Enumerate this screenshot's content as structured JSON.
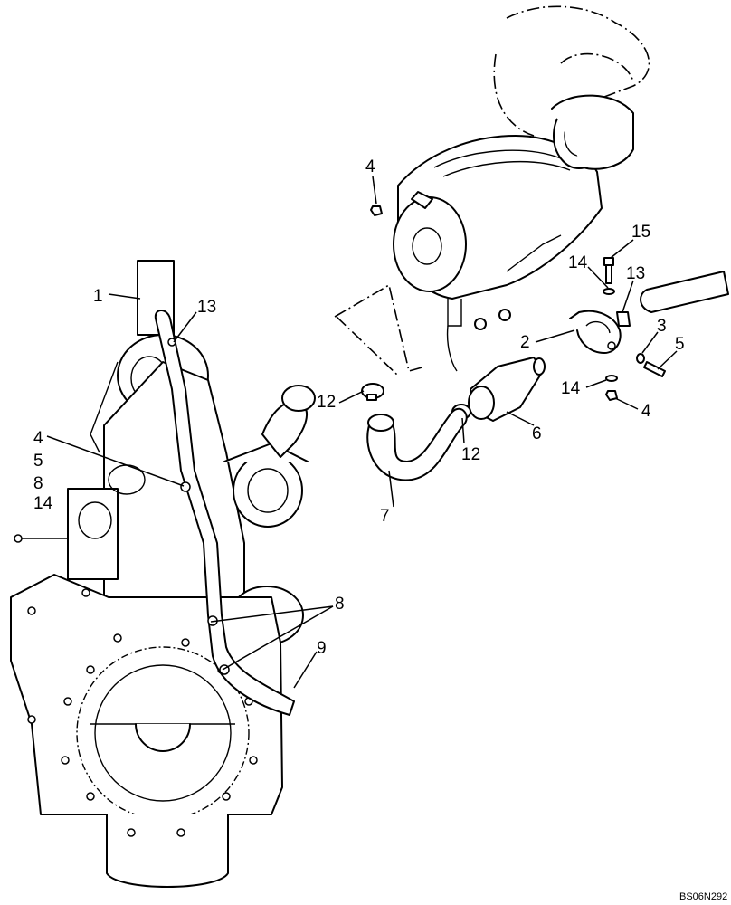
{
  "callouts": {
    "c1": "1",
    "c13a": "13",
    "c4a": "4",
    "c4b": "4",
    "c5a": "5",
    "c8a": "8",
    "c14a": "14",
    "c8b": "8",
    "c9": "9",
    "c7": "7",
    "c12a": "12",
    "c12b": "12",
    "c6": "6",
    "c2": "2",
    "c15": "15",
    "c14b": "14",
    "c13b": "13",
    "c3": "3",
    "c5b": "5",
    "c14c": "14",
    "c4c": "4"
  },
  "reference_code": "BS06N292"
}
